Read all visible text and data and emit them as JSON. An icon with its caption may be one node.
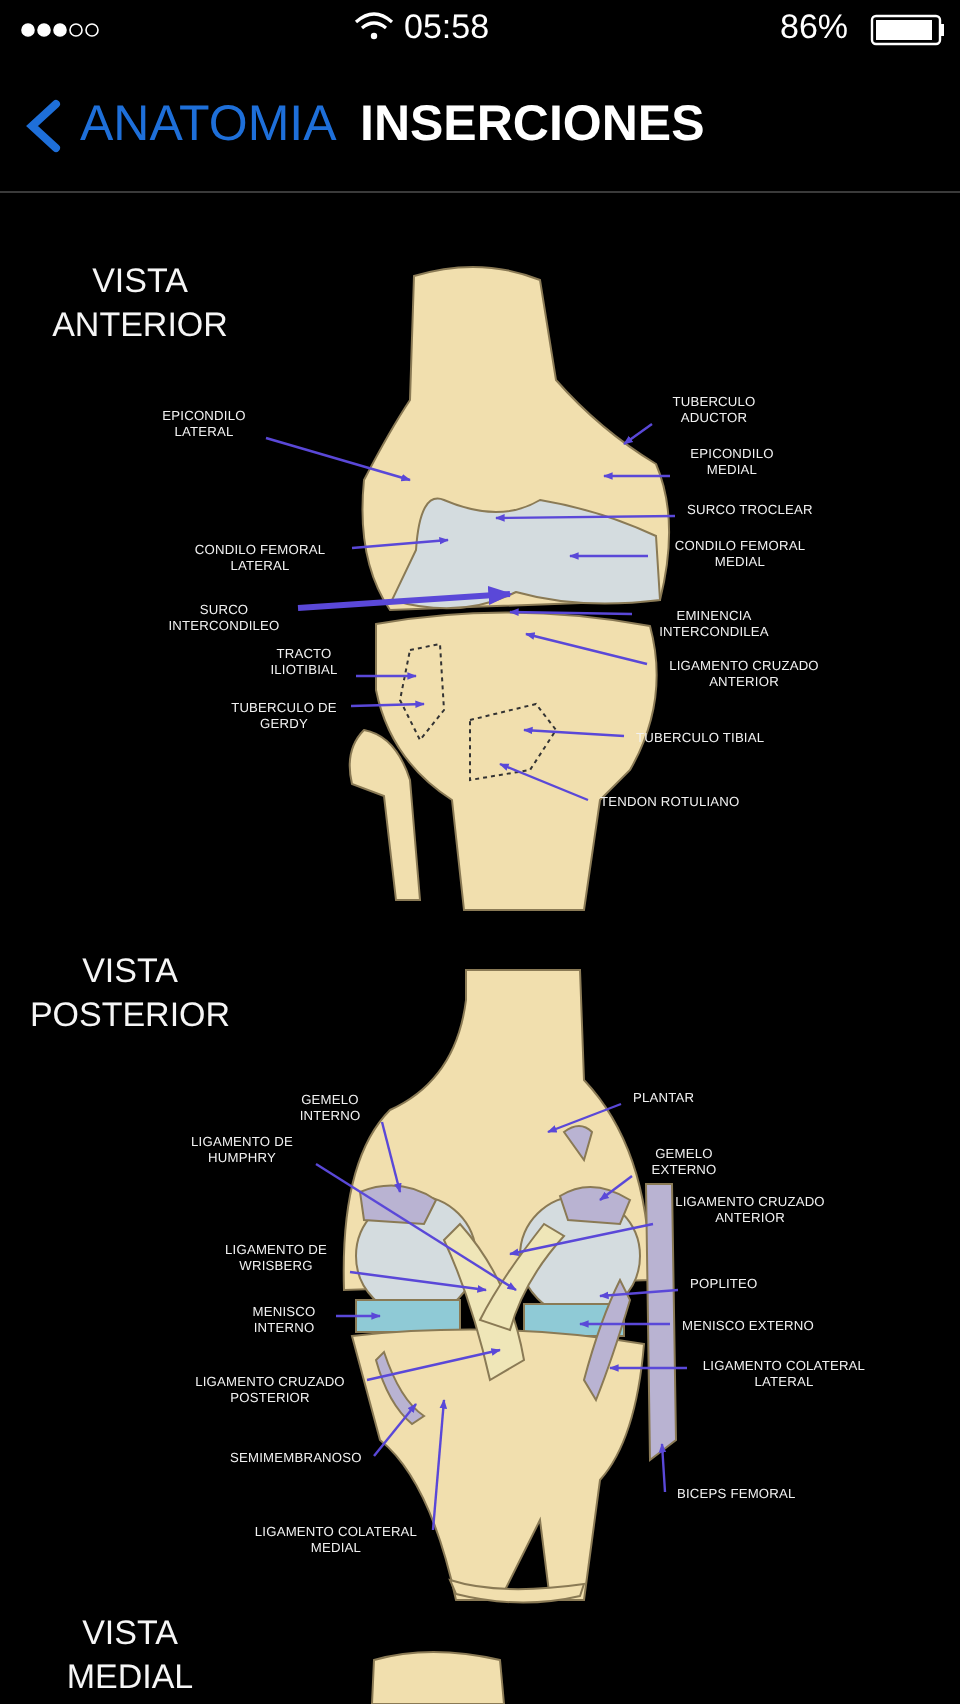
{
  "diagram": {
    "title": "INSERCIONES",
    "nodes": [
      {
        "text": [
          "EPICONDILO LATERAL"
        ]
      },
      {
        "text": [
          "TUBERCULO ADUCTOR"
        ]
      },
      {
        "text": [
          "EPICONDILO MEDIAL"
        ]
      },
      {
        "text": [
          "SURCO TROCLEAR"
        ]
      },
      {
        "text": [
          "CONDILO FEMORAL LATERAL"
        ]
      },
      {
        "text": [
          "CONDILO FEMORAL MEDIAL"
        ]
      },
      {
        "text": [
          "SURCO INTERCONDILEO"
        ]
      },
      {
        "text": [
          "EMINENCIA INTERCONDILEA"
        ]
      },
      {
        "text": [
          "TRACTO ILIOTIBIAL"
        ]
      },
      {
        "text": [
          "LIGAMENTO CRUZADO ANTERIOR"
        ]
      },
      {
        "text": [
          "TUBERCULO DE GERDY"
        ]
      },
      {
        "text": [
          "TUBERCULO TIBIAL"
        ]
      },
      {
        "text": [
          "TENDON ROTULIANO"
        ]
      },
      {
        "text": [
          "GEMELO INTERNO"
        ]
      },
      {
        "text": [
          "PLANTAR"
        ]
      },
      {
        "text": [
          "LIGAMENTO DE HUMPHRY"
        ]
      },
      {
        "text": [
          "GEMELO EXTERNO"
        ]
      },
      {
        "text": [
          "LIGAMENTO CRUZADO ANTERIOR"
        ]
      },
      {
        "text": [
          "LIGAMENTO DE WRISBERG"
        ]
      },
      {
        "text": [
          "POPLITEO"
        ]
      },
      {
        "text": [
          "MENISCO INTERNO"
        ]
      },
      {
        "text": [
          "MENISCO EXTERNO"
        ]
      },
      {
        "text": [
          "LIGAMENTO CRUZADO POSTERIOR"
        ]
      },
      {
        "text": [
          "LIGAMENTO COLATERAL LATERAL"
        ]
      },
      {
        "text": [
          "SEMIMEMBRANOSO"
        ]
      },
      {
        "text": [
          "BICEPS FEMORAL"
        ]
      },
      {
        "text": [
          "LIGAMENTO COLATERAL MEDIAL"
        ]
      }
    ],
    "edges": [
      {
        "from": 0,
        "to": null,
        "arrow": "to"
      },
      {
        "from": 1,
        "to": null,
        "arrow": "to"
      },
      {
        "from": 2,
        "to": null,
        "arrow": "to"
      },
      {
        "from": 3,
        "to": null,
        "arrow": "to"
      },
      {
        "from": 4,
        "to": null,
        "arrow": "to"
      },
      {
        "from": 5,
        "to": null,
        "arrow": "to"
      },
      {
        "from": 6,
        "to": null,
        "arrow": "to",
        "style": "thick"
      },
      {
        "from": 7,
        "to": null,
        "arrow": "to"
      },
      {
        "from": 8,
        "to": null,
        "arrow": "to"
      },
      {
        "from": 9,
        "to": null,
        "arrow": "to"
      },
      {
        "from": 10,
        "to": null,
        "arrow": "to"
      },
      {
        "from": 11,
        "to": null,
        "arrow": "to"
      },
      {
        "from": 12,
        "to": null,
        "arrow": "to"
      },
      {
        "from": 13,
        "to": null,
        "arrow": "to"
      },
      {
        "from": 14,
        "to": null,
        "arrow": "to"
      },
      {
        "from": 15,
        "to": null,
        "arrow": "to"
      },
      {
        "from": 16,
        "to": null,
        "arrow": "to"
      },
      {
        "from": 17,
        "to": null,
        "arrow": "to"
      },
      {
        "from": 18,
        "to": null,
        "arrow": "to"
      },
      {
        "from": 19,
        "to": null,
        "arrow": "to"
      },
      {
        "from": 20,
        "to": null,
        "arrow": "to"
      },
      {
        "from": 21,
        "to": null,
        "arrow": "to"
      },
      {
        "from": 22,
        "to": null,
        "arrow": "to"
      },
      {
        "from": 23,
        "to": null,
        "arrow": "to"
      },
      {
        "from": 24,
        "to": null,
        "arrow": "to"
      },
      {
        "from": 25,
        "to": null,
        "arrow": "to"
      },
      {
        "from": 26,
        "to": null,
        "arrow": "to"
      }
    ],
    "labels": [
      "05:58",
      "86%",
      "ANATOMIA",
      "VISTA ANTERIOR",
      "VISTA POSTERIOR",
      "VISTA MEDIAL"
    ]
  }
}
